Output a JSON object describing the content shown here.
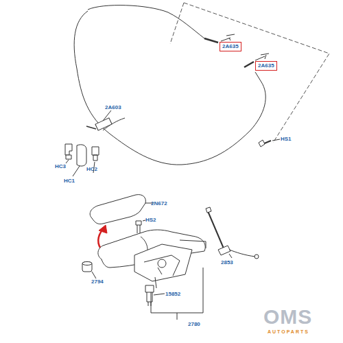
{
  "diagram": {
    "nodes": [
      {
        "text": [
          "2A635"
        ]
      },
      {
        "text": [
          "2A635"
        ]
      }
    ],
    "labels": [
      "2A603",
      "HS1",
      "HC3",
      "HC1",
      "HC2",
      "2N672",
      "HS2",
      "2794",
      "2853",
      "15852",
      "2780",
      "OMS",
      "AUTOPARTS"
    ]
  }
}
